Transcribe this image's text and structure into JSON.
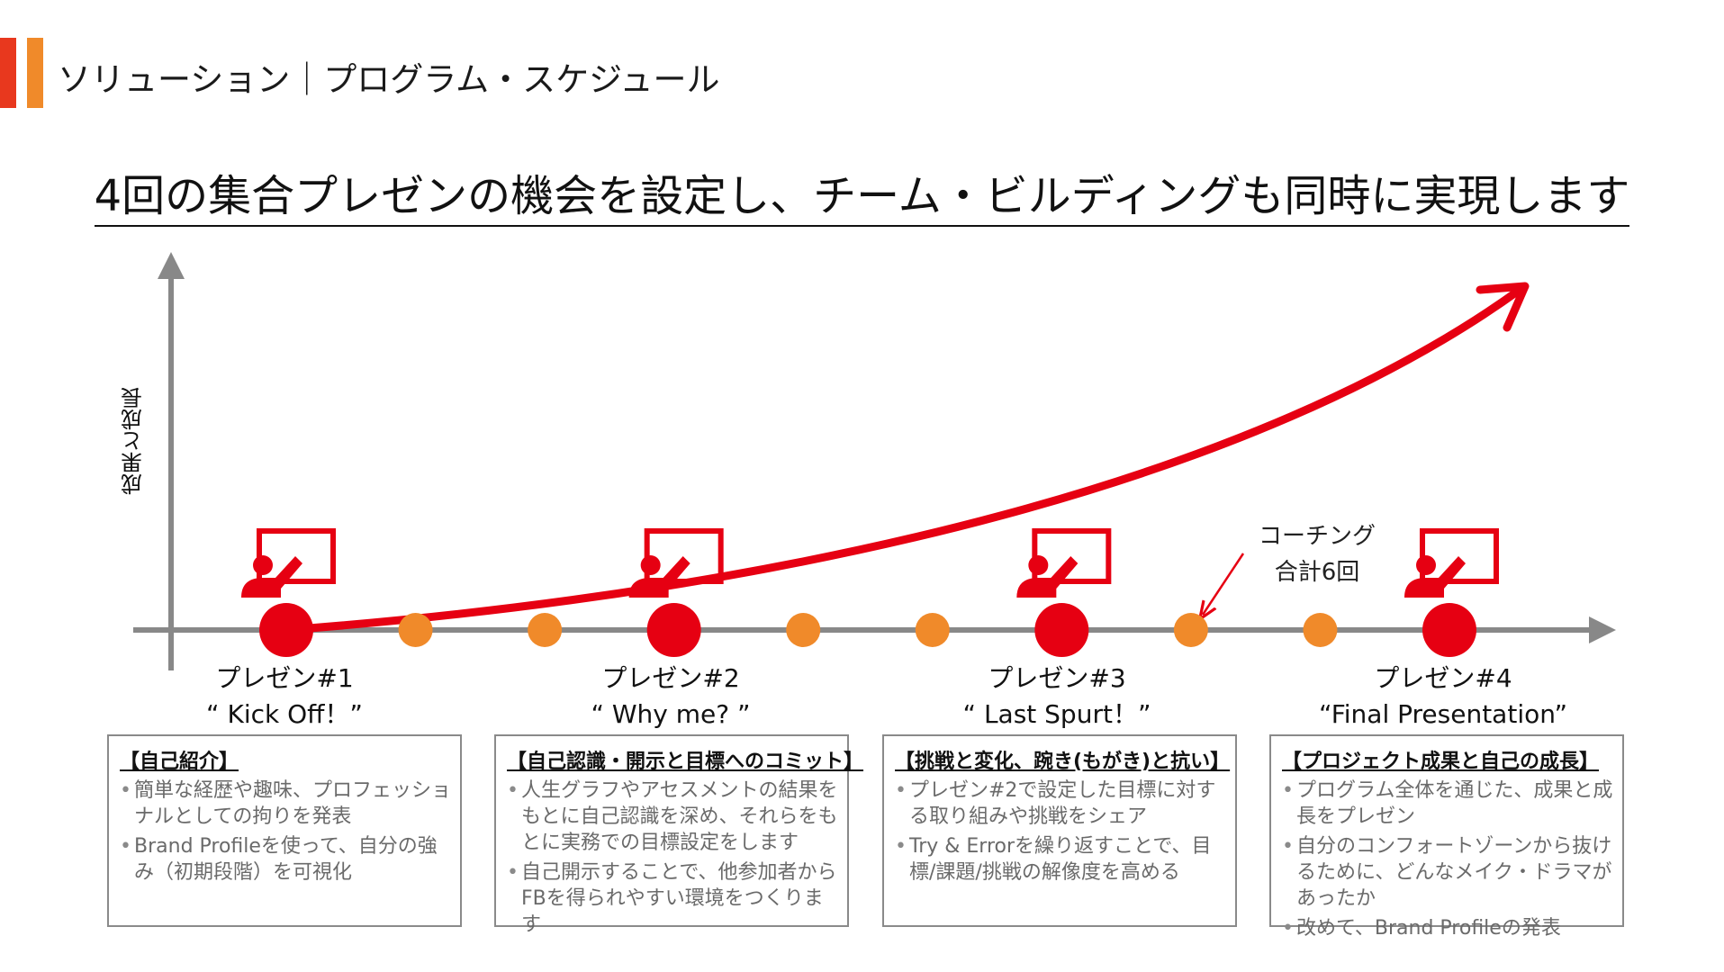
{
  "header": {
    "section_title": "ソリューション｜プログラム・スケジュール",
    "accent_colors": [
      "#e8381e",
      "#f08a2a"
    ]
  },
  "headline": "4回の集合プレゼンの機会を設定し、チーム・ビルディングも同時に実現します",
  "diagram": {
    "y_axis_label": "成果と成長",
    "coaching_note": {
      "line1": "コーチング",
      "line2": "合計6回",
      "sessions": 6
    },
    "colors": {
      "presentation": "#e60012",
      "coaching": "#f08a2a",
      "axis": "#888888",
      "growth_curve": "#e60012"
    },
    "icon": "presenter-screen-icon",
    "timeline": [
      {
        "type": "presentation",
        "index": 1
      },
      {
        "type": "coaching"
      },
      {
        "type": "coaching"
      },
      {
        "type": "presentation",
        "index": 2
      },
      {
        "type": "coaching"
      },
      {
        "type": "coaching"
      },
      {
        "type": "presentation",
        "index": 3
      },
      {
        "type": "coaching"
      },
      {
        "type": "coaching"
      },
      {
        "type": "presentation",
        "index": 4
      }
    ]
  },
  "milestones": [
    {
      "label": "プレゼン#1",
      "theme": "“ Kick Off！”",
      "box_title": "【自己紹介】",
      "bullets": [
        "簡単な経歴や趣味、プロフェッショナルとしての拘りを発表",
        "Brand Profileを使って、自分の強み（初期段階）を可視化"
      ]
    },
    {
      "label": "プレゼン#2",
      "theme": "“ Why me? ”",
      "box_title": "【自己認識・開示と目標へのコミット】",
      "bullets": [
        "人生グラフやアセスメントの結果をもとに自己認識を深め、それらをもとに実務での目標設定をします",
        "自己開示することで、他参加者からFBを得られやすい環境をつくります"
      ]
    },
    {
      "label": "プレゼン#3",
      "theme": "“ Last Spurt！”",
      "box_title": "【挑戦と変化、踠き(もがき)と抗い】",
      "bullets": [
        "プレゼン#2で設定した目標に対する取り組みや挑戦をシェア",
        "Try & Errorを繰り返すことで、目標/課題/挑戦の解像度を高める"
      ]
    },
    {
      "label": "プレゼン#4",
      "theme": "“Final Presentation”",
      "box_title": "【プロジェクト成果と自己の成長】",
      "bullets": [
        "プログラム全体を通じた、成果と成長をプレゼン",
        "自分のコンフォートゾーンから抜けるために、どんなメイク・ドラマがあったか",
        "改めて、Brand Profileの発表"
      ]
    }
  ]
}
